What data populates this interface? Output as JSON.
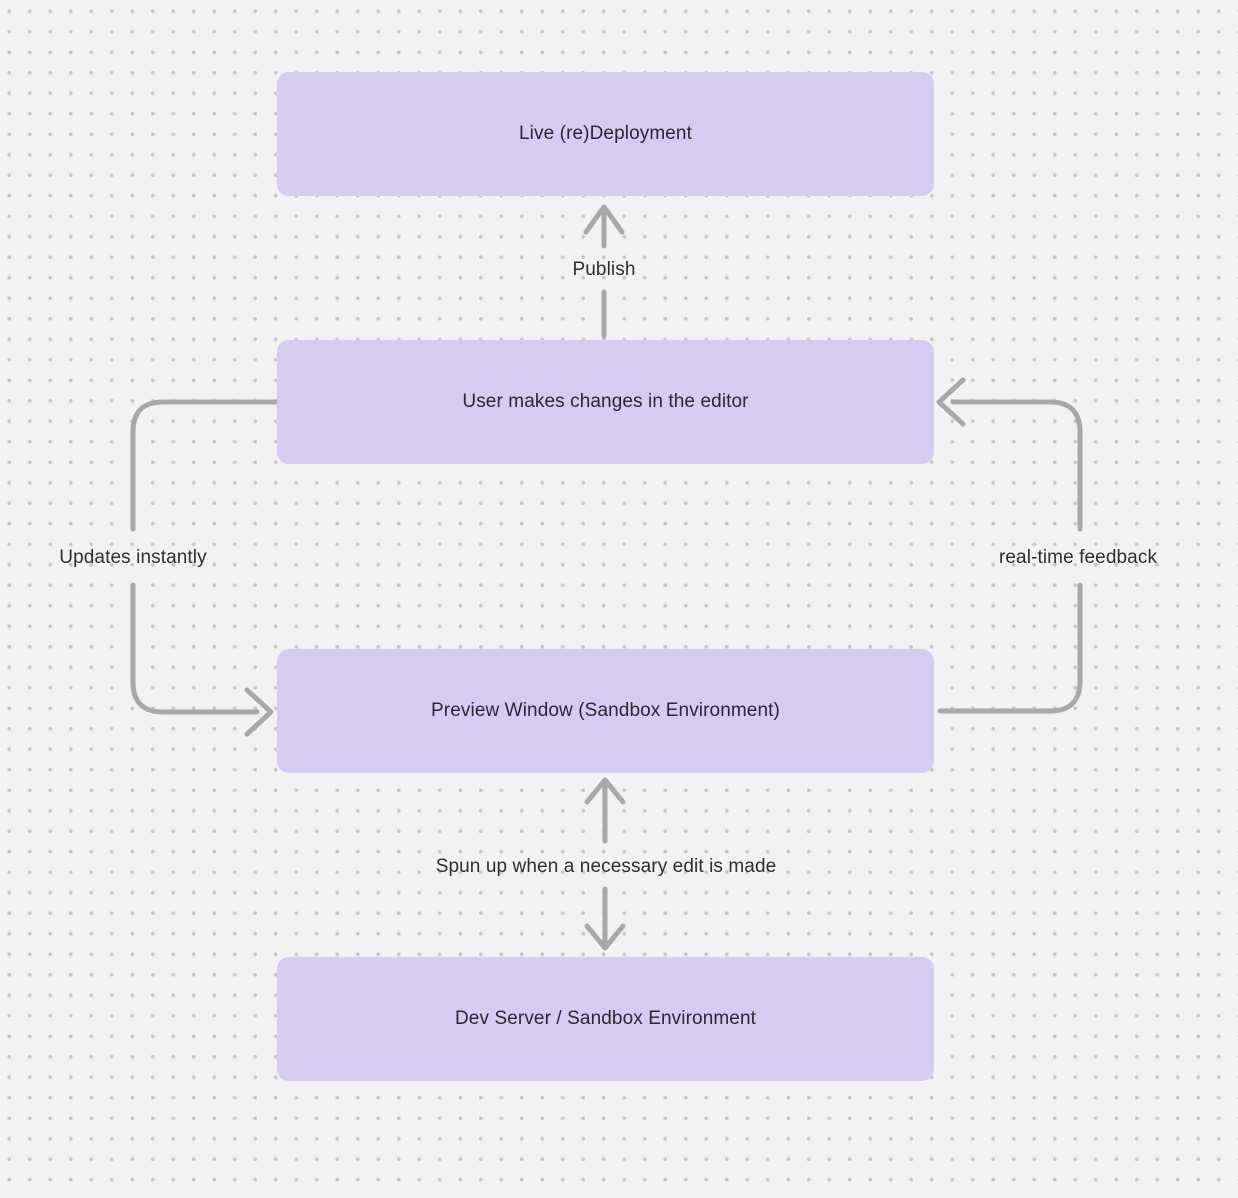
{
  "colors": {
    "bg": "#f2f2f2",
    "dot": "#c5c5c5",
    "node_fill": "#d6ccf2",
    "node_text": "#2b2733",
    "arrow": "#a8a8a8",
    "label_text": "#2e2e2e"
  },
  "nodes": [
    {
      "id": "live-redeployment",
      "label": "Live (re)Deployment"
    },
    {
      "id": "user-editor",
      "label": "User makes changes in the editor"
    },
    {
      "id": "preview-window",
      "label": "Preview Window (Sandbox Environment)"
    },
    {
      "id": "dev-server",
      "label": "Dev Server / Sandbox Environment"
    }
  ],
  "edges": [
    {
      "id": "publish",
      "label": "Publish",
      "from": "user-editor",
      "to": "live-redeployment",
      "direction": "up"
    },
    {
      "id": "updates-instantly",
      "label": "Updates instantly",
      "from": "user-editor",
      "to": "preview-window",
      "direction": "down-left-loop"
    },
    {
      "id": "real-time-feedback",
      "label": "real-time feedback",
      "from": "preview-window",
      "to": "user-editor",
      "direction": "up-right-loop"
    },
    {
      "id": "spun-up",
      "label": "Spun up when a necessary edit is made",
      "from": "preview-window",
      "to": "dev-server",
      "direction": "bidirectional"
    }
  ]
}
